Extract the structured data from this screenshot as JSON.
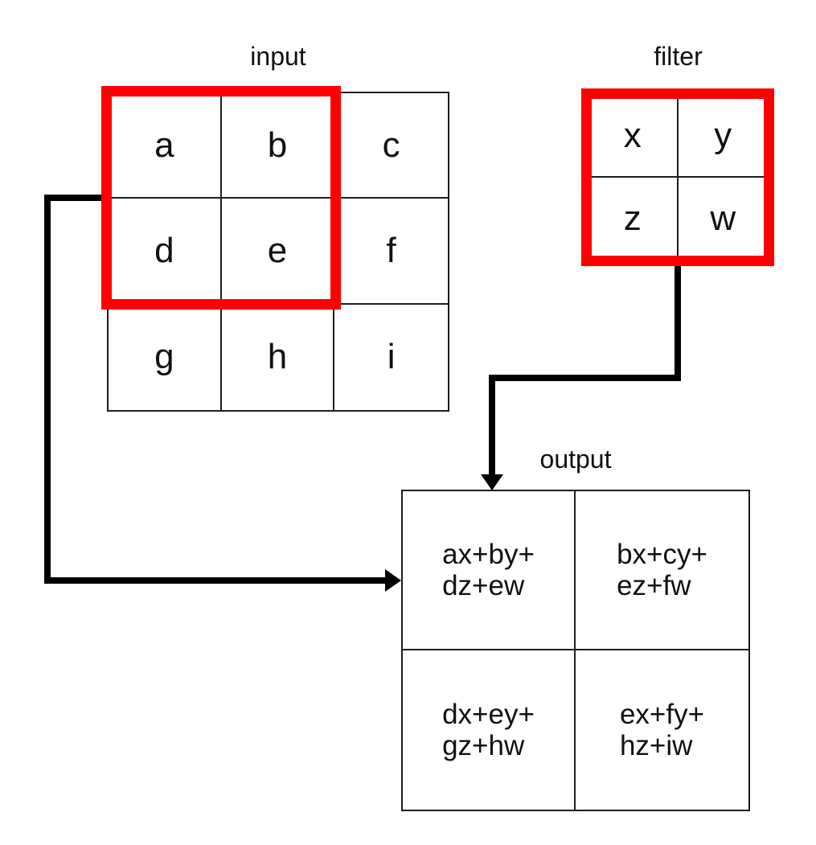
{
  "labels": {
    "input": "input",
    "filter": "filter",
    "output": "output"
  },
  "input_grid": {
    "rows": 3,
    "cols": 3,
    "cells": [
      "a",
      "b",
      "c",
      "d",
      "e",
      "f",
      "g",
      "h",
      "i"
    ],
    "highlighted_cells": [
      "a",
      "b",
      "d",
      "e"
    ]
  },
  "filter_grid": {
    "rows": 2,
    "cols": 2,
    "cells": [
      "x",
      "y",
      "z",
      "w"
    ]
  },
  "output_grid": {
    "rows": 2,
    "cols": 2,
    "cells": [
      {
        "line1": "ax+by+",
        "line2": "dz+ew"
      },
      {
        "line1": "bx+cy+",
        "line2": "ez+fw"
      },
      {
        "line1": "dx+ey+",
        "line2": "gz+hw"
      },
      {
        "line1": "ex+fy+",
        "line2": "hz+iw"
      }
    ]
  },
  "colors": {
    "highlight": "#ff0000",
    "line": "#1d1d1d",
    "arrow": "#000000",
    "text": "#111111",
    "bg": "#ffffff"
  }
}
